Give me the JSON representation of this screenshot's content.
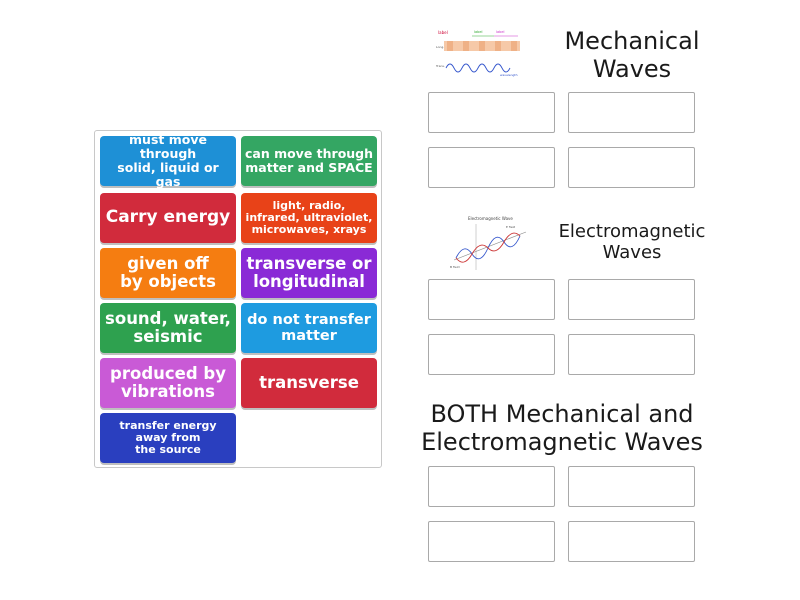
{
  "cards": [
    {
      "text": "must move through\nsolid, liquid or gas",
      "color": "#1e90d6"
    },
    {
      "text": "can move through\nmatter and SPACE",
      "color": "#34a663"
    },
    {
      "text": "Carry energy",
      "color": "#d12b3c"
    },
    {
      "text": "light, radio,\ninfrared, ultraviolet,\nmicrowaves, xrays",
      "color": "#e84218"
    },
    {
      "text": "given off\nby objects",
      "color": "#f57d11"
    },
    {
      "text": "transverse or\nlongitudinal",
      "color": "#8a2ad6"
    },
    {
      "text": "sound, water,\nseismic",
      "color": "#2ea14f"
    },
    {
      "text": "do not transfer\nmatter",
      "color": "#1e9be0"
    },
    {
      "text": "produced by\nvibrations",
      "color": "#c95ad6"
    },
    {
      "text": "transverse",
      "color": "#d12b3c"
    },
    {
      "text": "transfer energy\naway from\nthe source",
      "color": "#2a3fbf"
    }
  ],
  "groups": [
    {
      "title": "Mechanical\nWaves"
    },
    {
      "title": "Electromagnetic\nWaves"
    },
    {
      "title": "BOTH Mechanical and\nElectromagnetic Waves"
    }
  ],
  "thumbnails": [
    {
      "caption": "Mechanical wave diagram"
    },
    {
      "caption": "Electromagnetic Wave"
    }
  ]
}
